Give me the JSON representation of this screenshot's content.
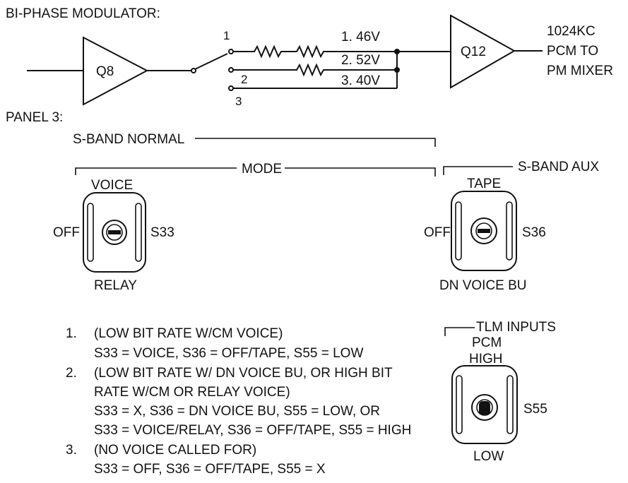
{
  "modulator": {
    "title": "BI-PHASE MODULATOR:",
    "amp_in_label": "Q8",
    "amp_out_label": "Q12",
    "switch_positions": [
      "1",
      "2",
      "3"
    ],
    "voltages": [
      "1. 46V",
      "2. 52V",
      "3. 40V"
    ],
    "output_lines": [
      "1024KC",
      "PCM TO",
      "PM MIXER"
    ]
  },
  "panel": {
    "title": "PANEL 3:",
    "s_band_normal": "S-BAND NORMAL",
    "mode": "MODE",
    "s_band_aux": "S-BAND AUX",
    "tlm_inputs": "TLM INPUTS"
  },
  "switches": {
    "s33": {
      "id": "S33",
      "top": "VOICE",
      "left": "OFF",
      "bottom": "RELAY"
    },
    "s36": {
      "id": "S36",
      "top": "TAPE",
      "left": "OFF",
      "bottom": "DN VOICE BU"
    },
    "s55": {
      "id": "S55",
      "top1": "PCM",
      "top2": "HIGH",
      "bottom": "LOW"
    }
  },
  "notes": [
    {
      "num": "1.",
      "lines": [
        "(LOW BIT RATE W/CM VOICE)",
        "S33 = VOICE, S36 = OFF/TAPE, S55 = LOW"
      ]
    },
    {
      "num": "2.",
      "lines": [
        "(LOW BIT RATE W/ DN VOICE BU, OR HIGH BIT",
        "RATE W/CM OR RELAY VOICE)",
        "S33 = X, S36 = DN VOICE BU, S55 = LOW, OR",
        "S33 = VOICE/RELAY, S36 = OFF/TAPE, S55 = HIGH"
      ]
    },
    {
      "num": "3.",
      "lines": [
        "(NO VOICE CALLED FOR)",
        "S33 = OFF, S36 = OFF/TAPE, S55 = X"
      ]
    }
  ]
}
